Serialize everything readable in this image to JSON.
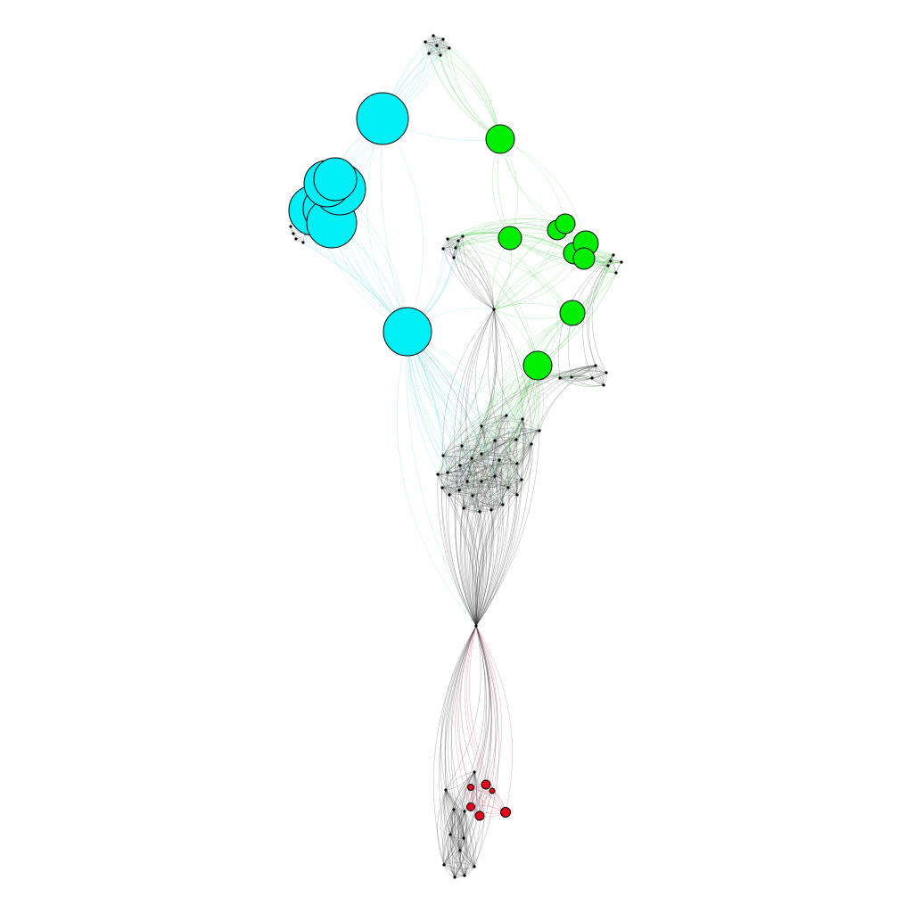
{
  "colors": {
    "background": "#ffffff",
    "cyan_cluster": "#00eef6",
    "green_cluster": "#00ee00",
    "red_cluster": "#e8001c",
    "neutral_edge": "#333333",
    "cyan_edge": "#4fd6e0",
    "green_edge": "#44cc44",
    "red_edge": "#c0304a",
    "node_outline": "#000000"
  },
  "graph": {
    "type": "force-directed network",
    "groups": [
      {
        "name": "cyan",
        "color_key": "cyan_cluster",
        "large_node_count": 7
      },
      {
        "name": "green",
        "color_key": "green_cluster",
        "large_node_count": 10
      },
      {
        "name": "red",
        "color_key": "red_cluster",
        "large_node_count": 7
      },
      {
        "name": "neutral",
        "color_key": "neutral_edge",
        "small_node_count": 60
      }
    ]
  }
}
